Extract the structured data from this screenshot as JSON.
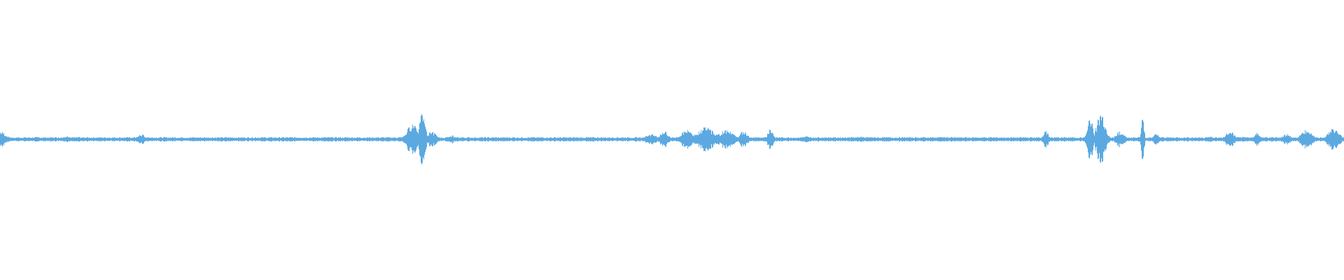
{
  "waveform": {
    "color": "#5ba9e0",
    "background": "#ffffff",
    "duration_fraction_marks": "none",
    "bursts": [
      {
        "at": 0.0,
        "amp": 0.03,
        "width": 0.004
      },
      {
        "at": 0.05,
        "amp": 0.012,
        "width": 0.004
      },
      {
        "at": 0.105,
        "amp": 0.018,
        "width": 0.003
      },
      {
        "at": 0.307,
        "amp": 0.06,
        "width": 0.004
      },
      {
        "at": 0.314,
        "amp": 0.11,
        "width": 0.002
      },
      {
        "at": 0.321,
        "amp": 0.03,
        "width": 0.003
      },
      {
        "at": 0.336,
        "amp": 0.015,
        "width": 0.002
      },
      {
        "at": 0.484,
        "amp": 0.02,
        "width": 0.004
      },
      {
        "at": 0.494,
        "amp": 0.03,
        "width": 0.003
      },
      {
        "at": 0.511,
        "amp": 0.035,
        "width": 0.004
      },
      {
        "at": 0.525,
        "amp": 0.045,
        "width": 0.006
      },
      {
        "at": 0.54,
        "amp": 0.035,
        "width": 0.005
      },
      {
        "at": 0.553,
        "amp": 0.03,
        "width": 0.003
      },
      {
        "at": 0.573,
        "amp": 0.04,
        "width": 0.002
      },
      {
        "at": 0.6,
        "amp": 0.012,
        "width": 0.003
      },
      {
        "at": 0.64,
        "amp": 0.01,
        "width": 0.004
      },
      {
        "at": 0.7,
        "amp": 0.01,
        "width": 0.003
      },
      {
        "at": 0.778,
        "amp": 0.03,
        "width": 0.002
      },
      {
        "at": 0.811,
        "amp": 0.08,
        "width": 0.002
      },
      {
        "at": 0.819,
        "amp": 0.1,
        "width": 0.003
      },
      {
        "at": 0.833,
        "amp": 0.03,
        "width": 0.003
      },
      {
        "at": 0.85,
        "amp": 0.09,
        "width": 0.001
      },
      {
        "at": 0.86,
        "amp": 0.02,
        "width": 0.002
      },
      {
        "at": 0.9,
        "amp": 0.012,
        "width": 0.002
      },
      {
        "at": 0.915,
        "amp": 0.03,
        "width": 0.003
      },
      {
        "at": 0.935,
        "amp": 0.025,
        "width": 0.002
      },
      {
        "at": 0.957,
        "amp": 0.02,
        "width": 0.003
      },
      {
        "at": 0.972,
        "amp": 0.035,
        "width": 0.004
      },
      {
        "at": 0.992,
        "amp": 0.04,
        "width": 0.004
      }
    ]
  }
}
